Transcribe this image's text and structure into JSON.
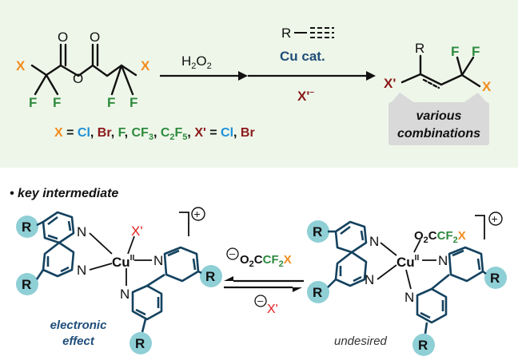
{
  "colors": {
    "orange": "#f28c1e",
    "green": "#2e8b3e",
    "blue": "#1e90d8",
    "darkred": "#8b1a1a",
    "red": "#e02020",
    "navy": "#1f4e79",
    "teal": "#8fcfd6",
    "panel": "#eef6e9"
  },
  "reaction": {
    "anhydride": {
      "x": "X",
      "f": "F",
      "o": "O"
    },
    "reagent1": "H",
    "reagent1_sub": "2",
    "reagent1_o": "O",
    "reagent1_sub2": "2",
    "alkyne_r": "R",
    "catalyst": "Cu cat.",
    "halide": "X'",
    "halide_charge": "–",
    "product": {
      "r": "R",
      "f": "F",
      "x": "X",
      "xp": "X'"
    },
    "callout_line1": "various",
    "callout_line2": "combinations"
  },
  "legend": {
    "x": "X",
    "eq": " = ",
    "cl": "Cl",
    "br": "Br",
    "f": "F",
    "cf": "CF",
    "cf3_sub": "3",
    "c": "C",
    "c2_sub": "2",
    "f5": "F",
    "f5_sub": "5",
    "sep": ", ",
    "xp": "X'"
  },
  "section_title": "• key intermediate",
  "left_complex": {
    "r": "R",
    "n": "N",
    "cu": "Cu",
    "cu_ox": "II",
    "x": "X'",
    "charge": "+",
    "label1": "electronic",
    "label2": "effect"
  },
  "right_complex": {
    "r": "R",
    "n": "N",
    "cu": "Cu",
    "cu_ox": "II",
    "o2c": "O",
    "o2_sub": "2",
    "c": "C",
    "cf": "CF",
    "cf2_sub": "2",
    "x": "X",
    "charge": "+",
    "label": "undesired"
  },
  "equilibrium": {
    "top_o2c": "O",
    "top_o2_sub": "2",
    "top_c": "C",
    "top_cf": "CF",
    "top_cf2_sub": "2",
    "top_x": "X",
    "minus": "–",
    "bottom_x": "X'"
  }
}
